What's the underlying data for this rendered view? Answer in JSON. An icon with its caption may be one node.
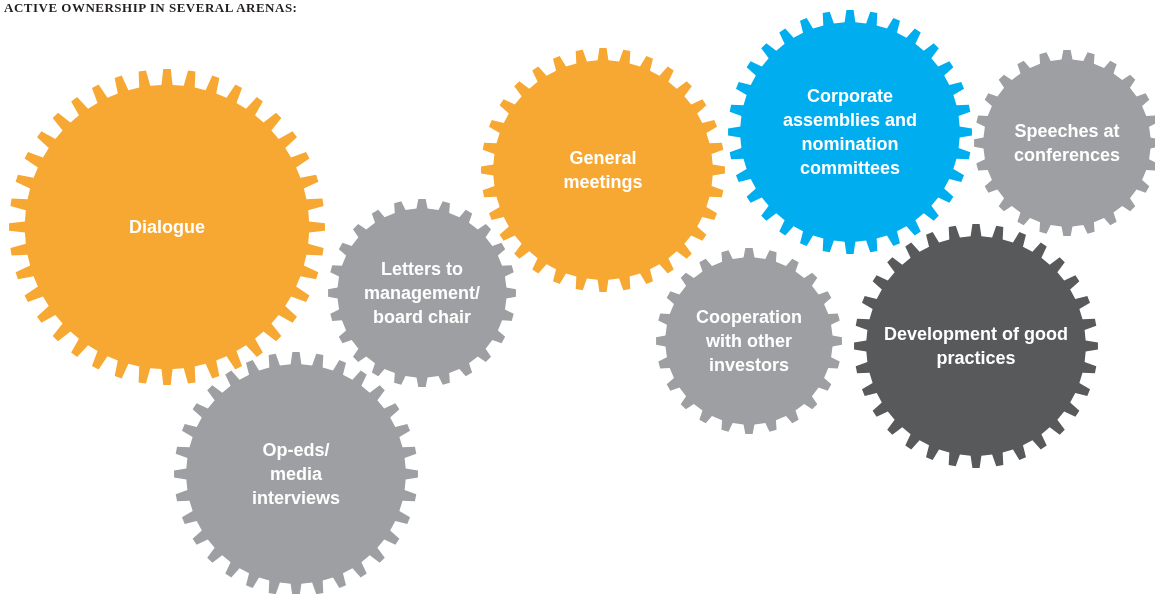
{
  "diagram": {
    "title": "ACTIVE OWNERSHIP IN SEVERAL ARENAS:",
    "nodes": [
      {
        "text": [
          "Dialogue"
        ]
      },
      {
        "text": [
          "Letters to management/ board chair"
        ]
      },
      {
        "text": [
          "Op-eds/ media interviews"
        ]
      },
      {
        "text": [
          "General meetings"
        ]
      },
      {
        "text": [
          "Corporate assemblies and nomination committees"
        ]
      },
      {
        "text": [
          "Speeches at conferences"
        ]
      },
      {
        "text": [
          "Cooperation with other investors"
        ]
      },
      {
        "text": [
          "Development of good practices"
        ]
      }
    ]
  }
}
